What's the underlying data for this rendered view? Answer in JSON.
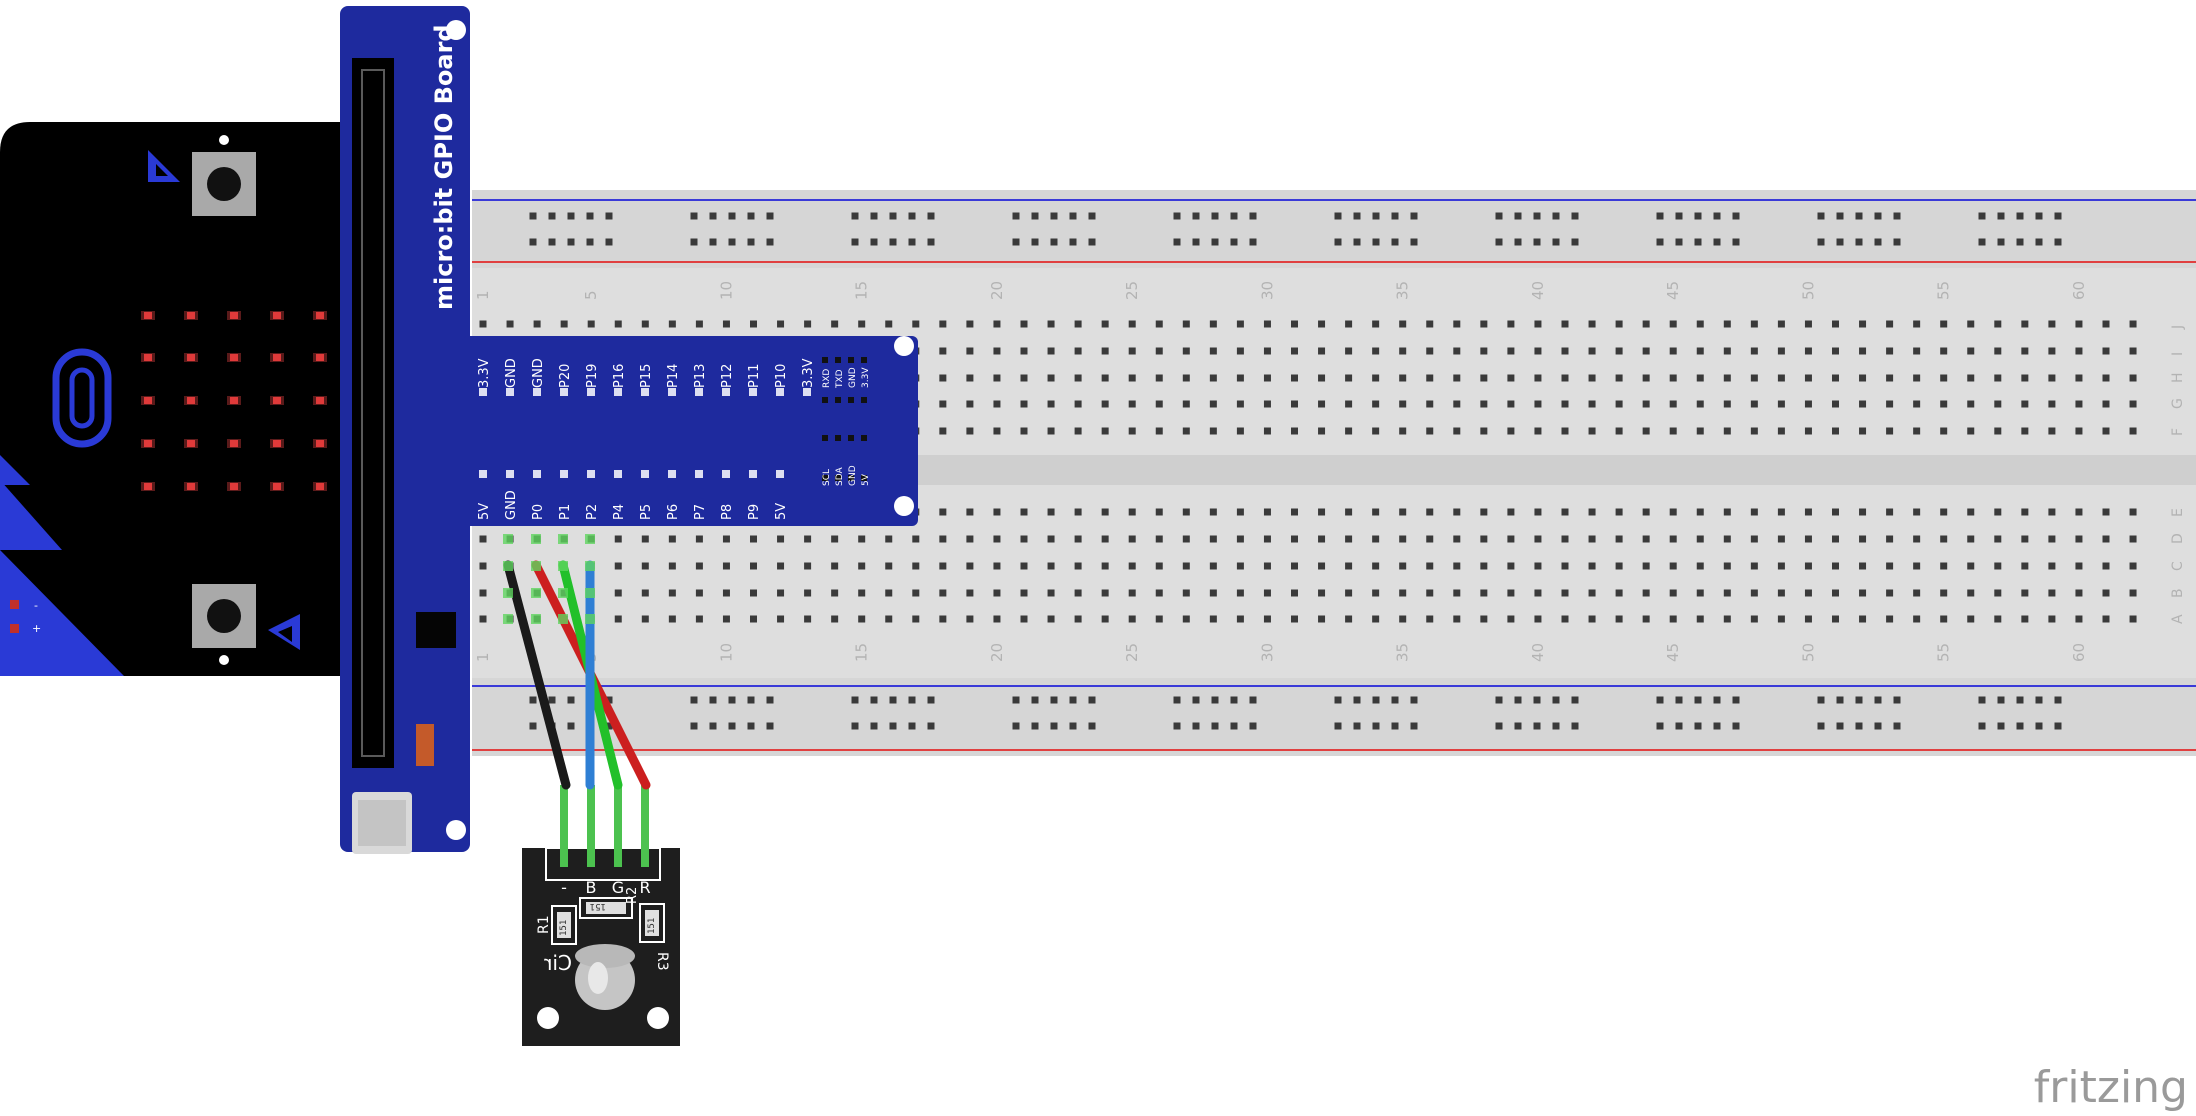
{
  "gpio_board": {
    "title": "micro:bit GPIO Board",
    "top_row_pins": [
      "3.3V",
      "GND",
      "GND",
      "P20",
      "P19",
      "P16",
      "P15",
      "P14",
      "P13",
      "P12",
      "P11",
      "P10",
      "3.3V"
    ],
    "bottom_row_pins": [
      "5V",
      "GND",
      "P0",
      "P1",
      "P2",
      "P4",
      "P5",
      "P6",
      "P7",
      "P8",
      "P9",
      "5V"
    ],
    "side_pin_columns": [
      [
        "5V",
        "3.3V"
      ],
      [
        "GND",
        "GND"
      ],
      [
        "SDA",
        "TXD"
      ],
      [
        "SCL",
        "RXD"
      ]
    ],
    "body_color": "#1e2a9e"
  },
  "microbit": {
    "battery_labels": [
      "-",
      "+"
    ],
    "led_color": "#e03a3a",
    "accent_color": "#2a3ad6"
  },
  "breadboard": {
    "column_numbers": [
      "1",
      "5",
      "10",
      "15",
      "20",
      "25",
      "30",
      "35",
      "40",
      "45",
      "50",
      "55",
      "60"
    ],
    "top_row_letters": [
      "J",
      "I",
      "H",
      "G",
      "F"
    ],
    "bottom_row_letters": [
      "E",
      "D",
      "C",
      "B",
      "A"
    ],
    "rail_blue": "#3a3ad8",
    "rail_red": "#e04040"
  },
  "rgb_module": {
    "pin_labels": [
      "-",
      "B",
      "G",
      "R"
    ],
    "resistor_labels": [
      "R1",
      "R2",
      "R3"
    ],
    "resistor_code": "151",
    "mirrored_label": "Cir"
  },
  "wires": [
    {
      "name": "ground-wire",
      "color": "#1a1a1a"
    },
    {
      "name": "red-wire",
      "color": "#cc1f1f"
    },
    {
      "name": "green-wire",
      "color": "#22c02a"
    },
    {
      "name": "blue-wire",
      "color": "#2f7fd4"
    }
  ],
  "watermark": "fritzing"
}
